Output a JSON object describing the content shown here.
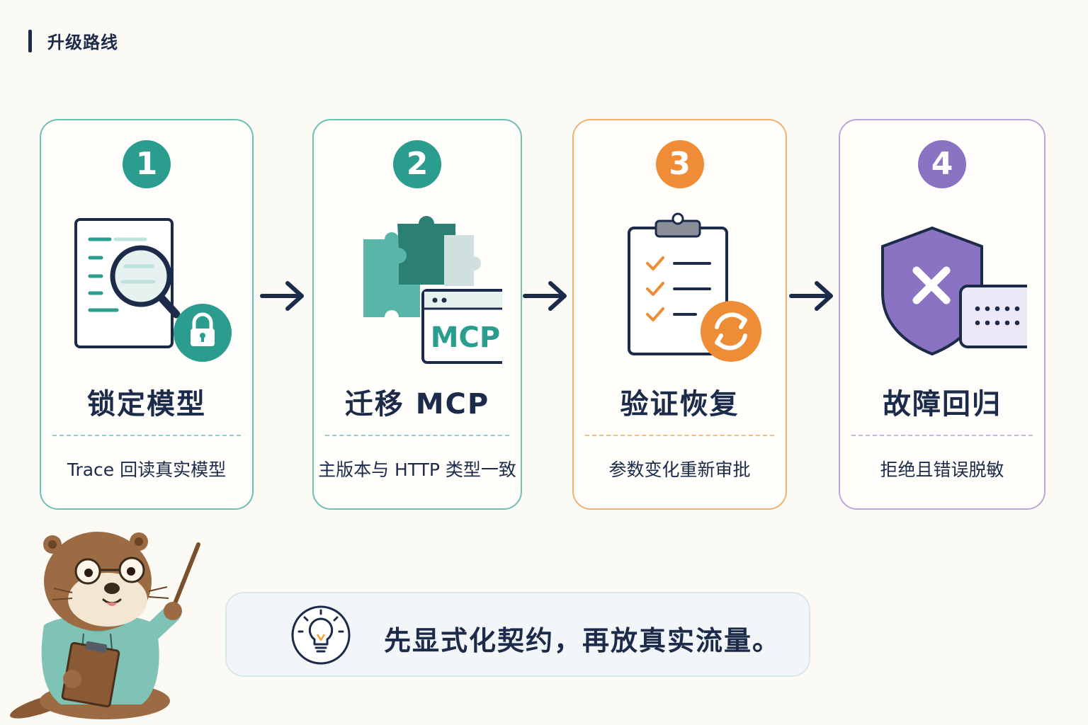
{
  "header": {
    "title": "升级路线"
  },
  "colors": {
    "teal": "#2a9d8f",
    "orange": "#ee8d36",
    "purple": "#8b73c4",
    "navy": "#1c2b4a"
  },
  "steps": [
    {
      "number": "1",
      "title": "锁定模型",
      "desc": "Trace 回读真实模型",
      "icon": "document-magnifier-lock-icon",
      "color": "#2a9d8f"
    },
    {
      "number": "2",
      "title": "迁移 MCP",
      "desc": "主版本与 HTTP 类型一致",
      "icon": "puzzle-mcp-window-icon",
      "color": "#2a9d8f",
      "icon_label": "MCP"
    },
    {
      "number": "3",
      "title": "验证恢复",
      "desc": "参数变化重新审批",
      "icon": "clipboard-checklist-refresh-icon",
      "color": "#ee8d36"
    },
    {
      "number": "4",
      "title": "故障回归",
      "desc": "拒绝且错误脱敏",
      "icon": "shield-x-password-icon",
      "color": "#8b73c4"
    }
  ],
  "tip": {
    "text": "先显式化契约，再放真实流量。",
    "icon": "lightbulb-icon"
  }
}
